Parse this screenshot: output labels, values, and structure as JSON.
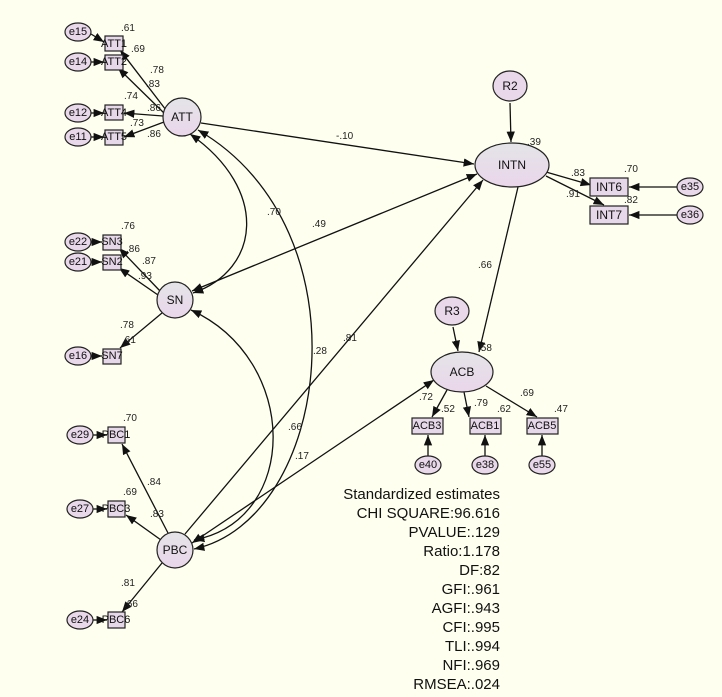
{
  "latent": {
    "att": "ATT",
    "sn": "SN",
    "pbc": "PBC",
    "intn": "INTN",
    "acb": "ACB",
    "r2": "R2",
    "r3": "R3"
  },
  "observed": {
    "att1": "ATT1",
    "att2": "ATT2",
    "att4": "ATT4",
    "att5": "ATT5",
    "sn3": "SN3",
    "sn2": "SN2",
    "sn7": "SN7",
    "pbc1": "PBC1",
    "pbc3": "PBC3",
    "pbc6": "PBC6",
    "int6": "INT6",
    "int7": "INT7",
    "acb3": "ACB3",
    "acb1": "ACB1",
    "acb5": "ACB5"
  },
  "errors": {
    "e15": "e15",
    "e14": "e14",
    "e12": "e12",
    "e11": "e11",
    "e22": "e22",
    "e21": "e21",
    "e16": "e16",
    "e29": "e29",
    "e27": "e27",
    "e24": "e24",
    "e35": "e35",
    "e36": "e36",
    "e40": "e40",
    "e38": "e38",
    "e55": "e55"
  },
  "estimates": {
    "att1_r2": ".61",
    "att2_r2": ".69",
    "att_att1": ".78",
    "att_att2": ".83",
    "att4_r2": ".74",
    "att_att4": ".86",
    "att5_r2": ".73",
    "att_att5": ".86",
    "sn3_r2": ".76",
    "sn2_r2": ".86",
    "sn_sn3": ".87",
    "sn_sn2": ".93",
    "sn_sn7": ".78",
    "sn7_r2": ".61",
    "pbc1_r2": ".70",
    "pbc_pbc1": ".84",
    "pbc3_r2": ".69",
    "pbc_pbc3": ".83",
    "pbc_pbc6": ".81",
    "pbc6_r2": ".66",
    "att_intn": "-.10",
    "sn_intn": ".49",
    "pbc_intn": ".28",
    "pbc_acb": ".17",
    "intn_acb": ".66",
    "att_sn": ".70",
    "att_pbc": ".81",
    "sn_pbc": ".66",
    "intn_r2": ".39",
    "acb_r2": ".58",
    "intn_int6": ".83",
    "int6_r2": ".70",
    "intn_int7": ".91",
    "int7_r2": ".82",
    "acb_acb3": ".72",
    "acb3_r2": ".52",
    "acb_acb1": ".79",
    "acb1_r2": ".62",
    "acb_acb5": ".69",
    "acb5_r2": ".47"
  },
  "fit_stats": [
    "Standardized estimates",
    "CHI SQUARE:96.616",
    "PVALUE:.129",
    "Ratio:1.178",
    "DF:82",
    "GFI:.961",
    "AGFI:.943",
    "CFI:.995",
    "TLI:.994",
    "NFI:.969",
    "RMSEA:.024"
  ]
}
